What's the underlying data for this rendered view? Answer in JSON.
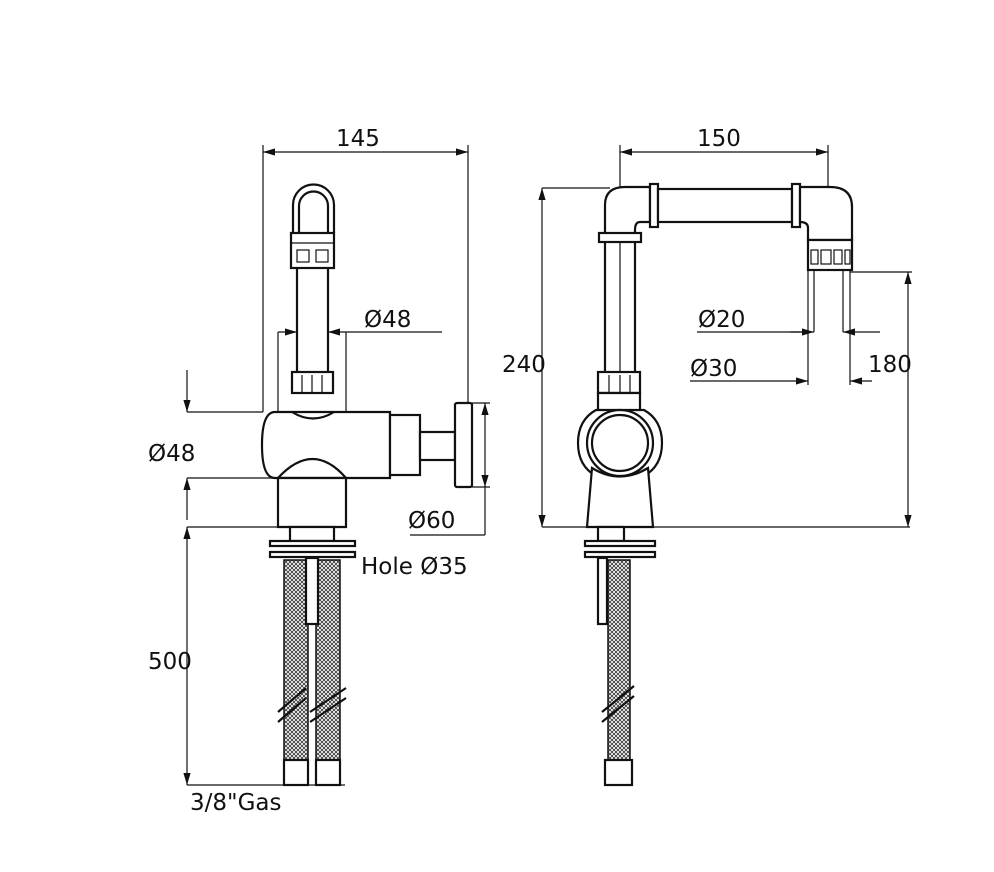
{
  "title": "Faucet dimension drawing",
  "front_view": {
    "width_label": "145",
    "spout_diameter_label": "Ø48",
    "body_diameter_label": "Ø48",
    "handle_diameter_label": "Ø60",
    "hole_label": "Hole Ø35",
    "hose_length_label": "500",
    "connection_label": "3/8\"Gas"
  },
  "side_view": {
    "reach_label": "150",
    "height_label": "240",
    "outlet_height_label": "180",
    "aerator_inner_label": "Ø20",
    "aerator_outer_label": "Ø30"
  }
}
